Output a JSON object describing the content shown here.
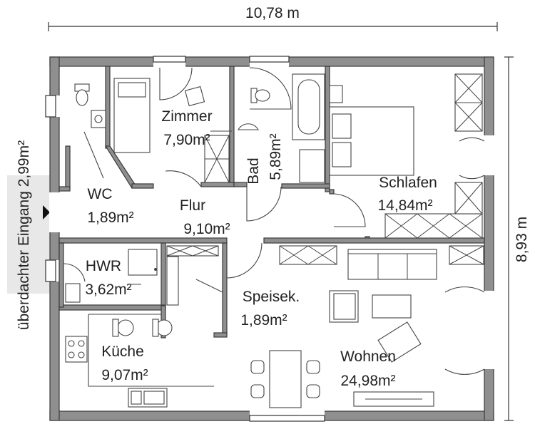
{
  "dimensions": {
    "width_label": "10,78 m",
    "height_label": "8,93 m",
    "entrance_label": "überdachter Eingang 2,99m²"
  },
  "rooms": [
    {
      "id": "zimmer",
      "name": "Zimmer",
      "area": "7,90m²"
    },
    {
      "id": "bad",
      "name": "Bad",
      "area": "5,89m²"
    },
    {
      "id": "schlafen",
      "name": "Schlafen",
      "area": "14,84m²"
    },
    {
      "id": "wc",
      "name": "WC",
      "area": "1,89m²"
    },
    {
      "id": "flur",
      "name": "Flur",
      "area": "9,10m²"
    },
    {
      "id": "hwr",
      "name": "HWR",
      "area": "3,62m²"
    },
    {
      "id": "speisek",
      "name": "Speisek.",
      "area": "1,89m²"
    },
    {
      "id": "kueche",
      "name": "Küche",
      "area": "9,07m²"
    },
    {
      "id": "wohnen",
      "name": "Wohnen",
      "area": "24,98m²"
    }
  ],
  "colors": {
    "wall": "#8f8f8f",
    "outline": "#3a3a3a",
    "entrance_band": "#e8e8e8"
  }
}
